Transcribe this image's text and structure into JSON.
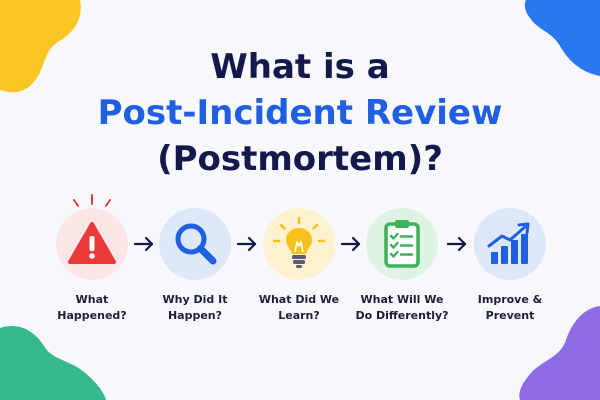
{
  "title": {
    "line1": "What is a",
    "line2": "Post-Incident Review",
    "line3": "(Postmortem)?"
  },
  "colors": {
    "navy": "#13194a",
    "blue": "#1f5fe0",
    "red": "#ea3a3a",
    "yellow": "#f7c21f",
    "green": "#3cb25a",
    "corner_yellow": "#f9c623",
    "corner_blue": "#2a78f0",
    "corner_green": "#35b88a",
    "corner_purple": "#8f6be8"
  },
  "steps": [
    {
      "icon": "warning-icon",
      "line1": "What",
      "line2": "Happened?",
      "bg": "#fde6e6"
    },
    {
      "icon": "magnifier-icon",
      "line1": "Why Did It",
      "line2": "Happen?",
      "bg": "#dde8fb"
    },
    {
      "icon": "lightbulb-icon",
      "line1": "What Did We",
      "line2": "Learn?",
      "bg": "#fdf1cf"
    },
    {
      "icon": "clipboard-checklist-icon",
      "line1": "What Will We",
      "line2": "Do Differently?",
      "bg": "#def3e3"
    },
    {
      "icon": "growth-chart-icon",
      "line1": "Improve &",
      "line2": "Prevent",
      "bg": "#dde8fb"
    }
  ]
}
